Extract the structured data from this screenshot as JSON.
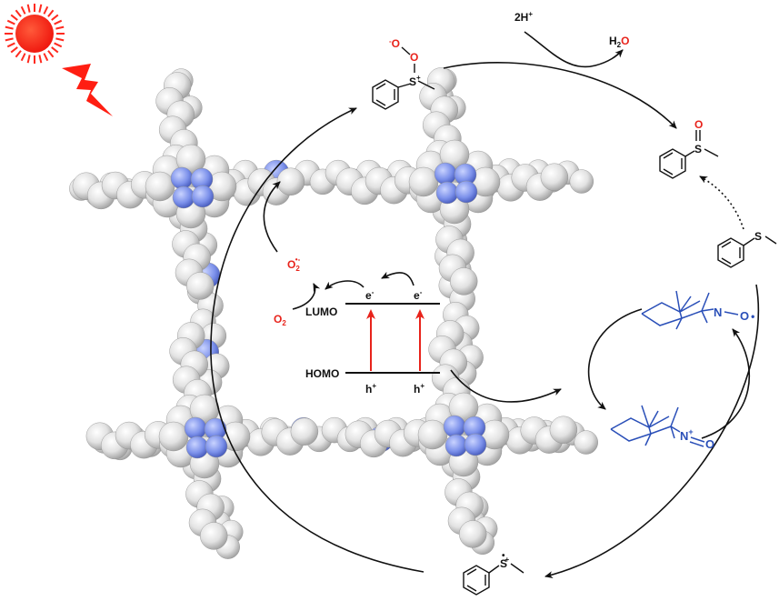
{
  "colors": {
    "sun": "#ff2a1f",
    "lightning": "#ff1e12",
    "framework_atom": "#dcdcdc",
    "framework_shade": "#9e9e9e",
    "nitrogen": "#6f86e8",
    "tempo": "#2a4fb8",
    "red_label": "#e8231b",
    "ink": "#111111"
  },
  "icons": [
    "sun-icon",
    "lightning-icon"
  ],
  "energy_diagram": {
    "lumo": "LUMO",
    "homo": "HOMO",
    "electron": "e",
    "electron_charge": "-",
    "hole": "h",
    "hole_charge": "+"
  },
  "species": {
    "oxygen": "O",
    "oxygen_sub": "2",
    "superoxide": "O",
    "superoxide_sub": "2",
    "superoxide_sup": "•-",
    "protons": "2H",
    "protons_sup": "+",
    "water_h": "H",
    "water_sub": "2",
    "water_o": "O",
    "sulfur": "S",
    "s_plus": "+",
    "s_radical_dot": "•",
    "persulfoxide_o1": "O",
    "persulfoxide_o2": "O",
    "persulfoxide_minus": "-",
    "sulfoxide_o": "O",
    "tempo_n": "N",
    "tempo_o": "O",
    "tempo_dot": "•",
    "oxoammonium_n": "N",
    "oxoammonium_plus": "+",
    "oxoammonium_o": "O"
  }
}
